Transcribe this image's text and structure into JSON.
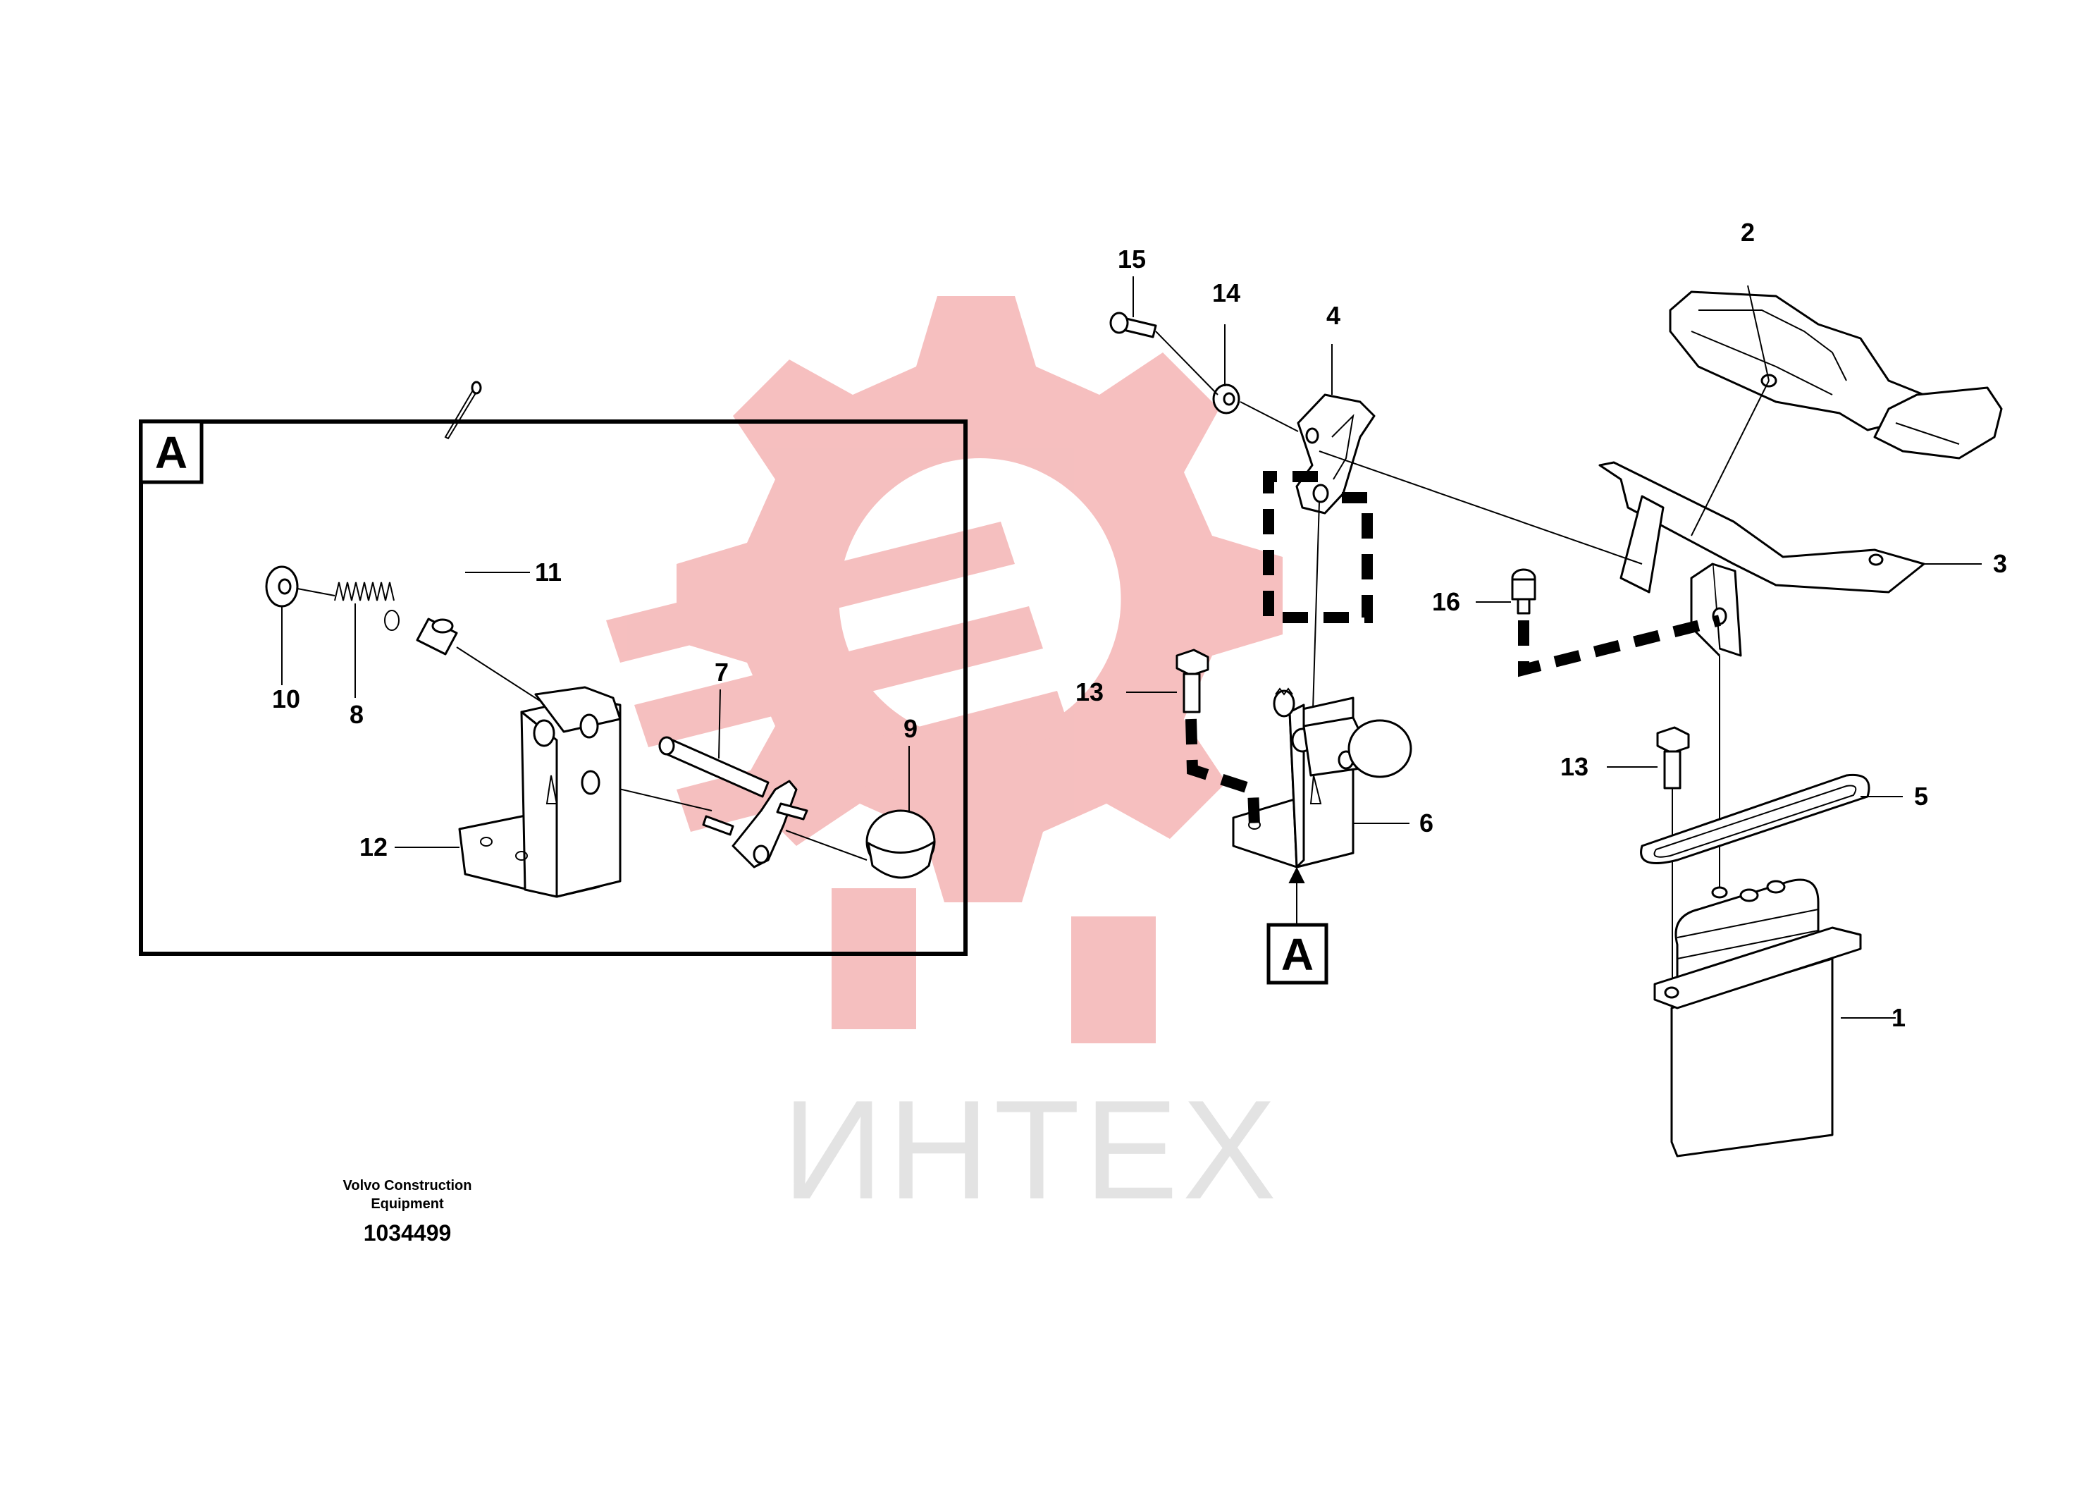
{
  "watermark": {
    "text": "ИНТЕХ",
    "logo_color": "#f5b8b8",
    "text_color": "#e2e2e2",
    "icon": "gear-logo-icon"
  },
  "detail": {
    "box_label": "A",
    "ref_label": "A"
  },
  "callouts": {
    "c1": "1",
    "c2": "2",
    "c3": "3",
    "c4": "4",
    "c5": "5",
    "c6": "6",
    "c7": "7",
    "c8": "8",
    "c9": "9",
    "c10": "10",
    "c11": "11",
    "c12": "12",
    "c13a": "13",
    "c13b": "13",
    "c14": "14",
    "c15": "15",
    "c16": "16"
  },
  "footer": {
    "caption_line1": "Volvo Construction",
    "caption_line2": "Equipment",
    "part_number": "1034499"
  }
}
